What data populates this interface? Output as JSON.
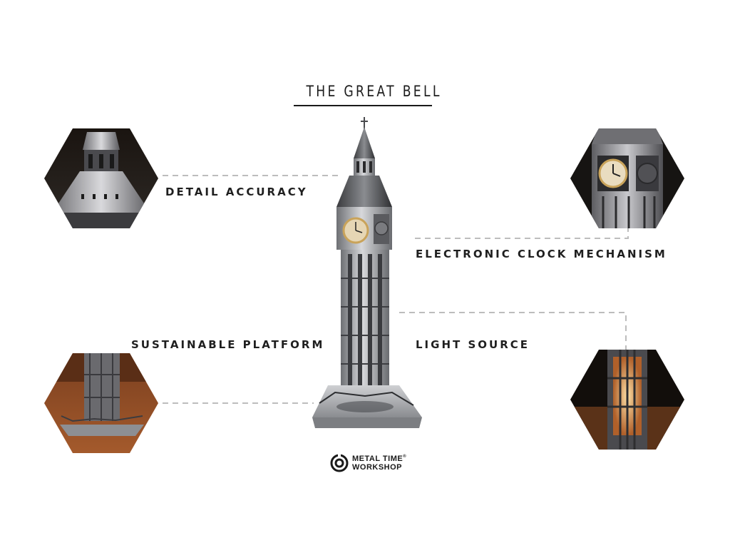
{
  "title": "THE GREAT BELL",
  "features": {
    "detail_accuracy": "DETAIL ACCURACY",
    "electronic_clock": "ELECTRONIC CLOCK MECHANISM",
    "sustainable_platform": "SUSTAINABLE PLATFORM",
    "light_source": "LIGHT SOURCE"
  },
  "brand": {
    "line1": "METAL TIME",
    "registered": "®",
    "line2": "WORKSHOP",
    "icon": "metal-time-logo-icon"
  },
  "colors": {
    "background": "#ffffff",
    "text": "#1f1f1f",
    "connector": "#bdbdbd",
    "metal": "#8a8c90",
    "clock_face": "#c9a35a"
  }
}
